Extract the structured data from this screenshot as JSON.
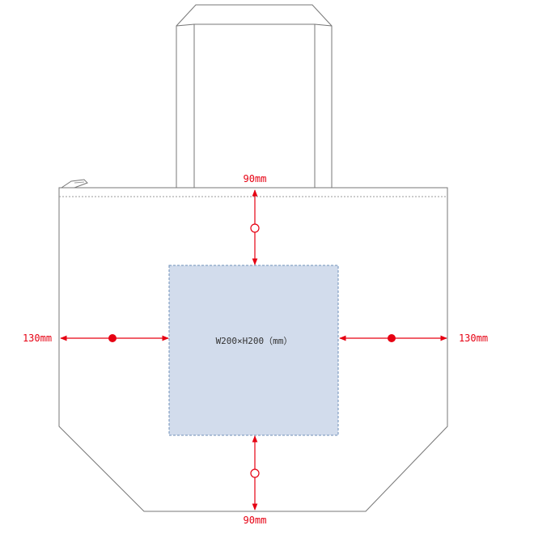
{
  "print_area": {
    "label": "W200×H200（mm）",
    "fill": "#d2dcec",
    "border": "#6f8fb8"
  },
  "dimensions": {
    "top": "90mm",
    "bottom": "90mm",
    "left": "130mm",
    "right": "130mm"
  },
  "colors": {
    "dimension": "#e60012",
    "outline": "#777777"
  }
}
